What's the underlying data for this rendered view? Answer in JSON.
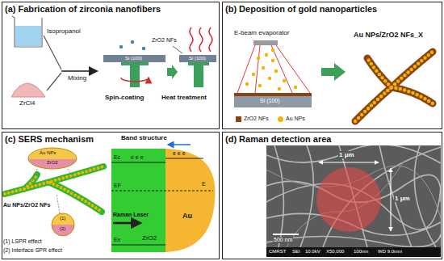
{
  "diagram": {
    "nodes": [
      {
        "text": [
          "(a) Fabrication of zirconia nanofibers"
        ]
      },
      {
        "text": [
          "(b) Deposition of gold nanoparticles"
        ]
      },
      {
        "text": [
          "(c) SERS mechanism"
        ]
      },
      {
        "text": [
          "(d) Raman detection area"
        ]
      }
    ],
    "labels": [
      "Isopropanol",
      "ZrCl4",
      "Mixing",
      "Spin-coating",
      "ZrO2 NFs",
      "Si (100)",
      "Si (100)",
      "Heat treatment",
      "E-beam evaporator",
      "Au NPs/ZrO2 NFs_X",
      "Si (100)",
      "Au NPs/ZrO2 NFs",
      "Au NPs",
      "ZrO2",
      "(1)",
      "(2)",
      "(1) LSPR effect",
      "(2) Interface SPR effect",
      "Band structure",
      "e e e",
      "e e e",
      "Ec",
      "EF",
      "Ev",
      "E",
      "Raman Laser",
      "ZrO2",
      "Au",
      "1 μm",
      "1 μm",
      "500 nm",
      "CMRST",
      "SEI",
      "10.0kV",
      "X50,000",
      "100nm",
      "WD 9.0mm"
    ],
    "legend": [
      {
        "text": "ZrO2 NFs",
        "color": "#8b4513"
      },
      {
        "text": "Au NPs",
        "color": "#f2b400"
      }
    ]
  }
}
